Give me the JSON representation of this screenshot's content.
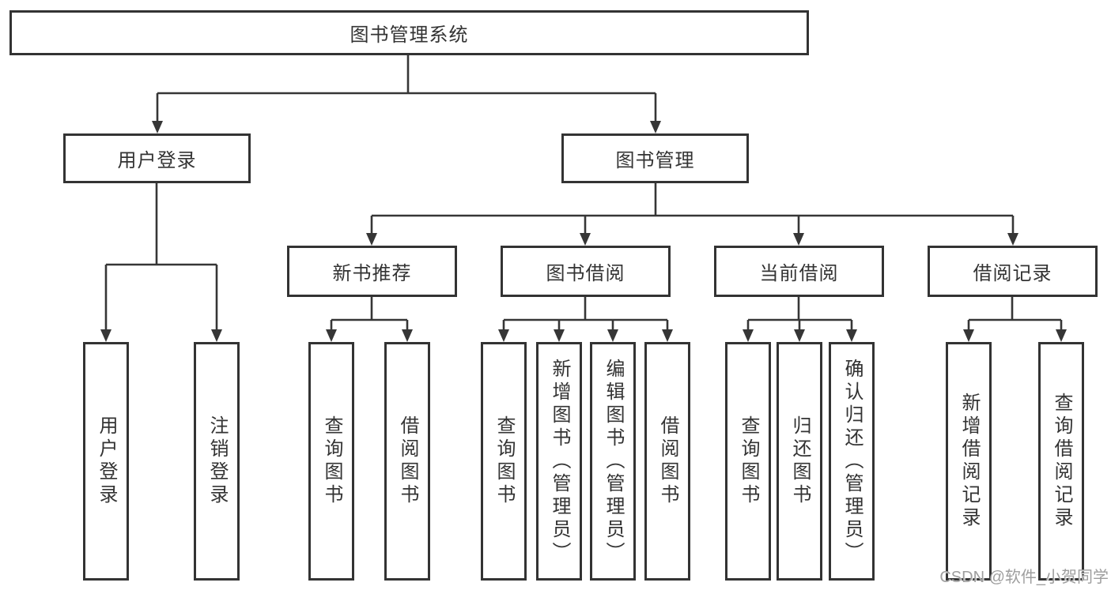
{
  "diagram": {
    "title": "图书管理系统",
    "root": {
      "label": "图书管理系统"
    },
    "level2": [
      {
        "label": "用户登录"
      },
      {
        "label": "图书管理"
      }
    ],
    "level3": [
      {
        "label": "新书推荐",
        "parent": "图书管理"
      },
      {
        "label": "图书借阅",
        "parent": "图书管理"
      },
      {
        "label": "当前借阅",
        "parent": "图书管理"
      },
      {
        "label": "借阅记录",
        "parent": "图书管理"
      }
    ],
    "leaves": [
      {
        "label": "用户登录",
        "parent": "用户登录"
      },
      {
        "label": "注销登录",
        "parent": "用户登录"
      },
      {
        "label": "查询图书",
        "parent": "新书推荐"
      },
      {
        "label": "借阅图书",
        "parent": "新书推荐"
      },
      {
        "label": "查询图书",
        "parent": "图书借阅"
      },
      {
        "label": "新增图书（管理员）",
        "parent": "图书借阅"
      },
      {
        "label": "编辑图书（管理员）",
        "parent": "图书借阅"
      },
      {
        "label": "借阅图书",
        "parent": "图书借阅"
      },
      {
        "label": "查询图书",
        "parent": "当前借阅"
      },
      {
        "label": "归还图书",
        "parent": "当前借阅"
      },
      {
        "label": "确认归还（管理员）",
        "parent": "当前借阅"
      },
      {
        "label": "新增借阅记录",
        "parent": "借阅记录"
      },
      {
        "label": "查询借阅记录",
        "parent": "借阅记录"
      }
    ],
    "colors": {
      "line": "#363636",
      "box_border": "#333333",
      "text": "#333333",
      "watermark": "#9e9e9e",
      "background": "#ffffff"
    }
  },
  "watermark": {
    "text": "CSDN @软件_小贺同学"
  }
}
